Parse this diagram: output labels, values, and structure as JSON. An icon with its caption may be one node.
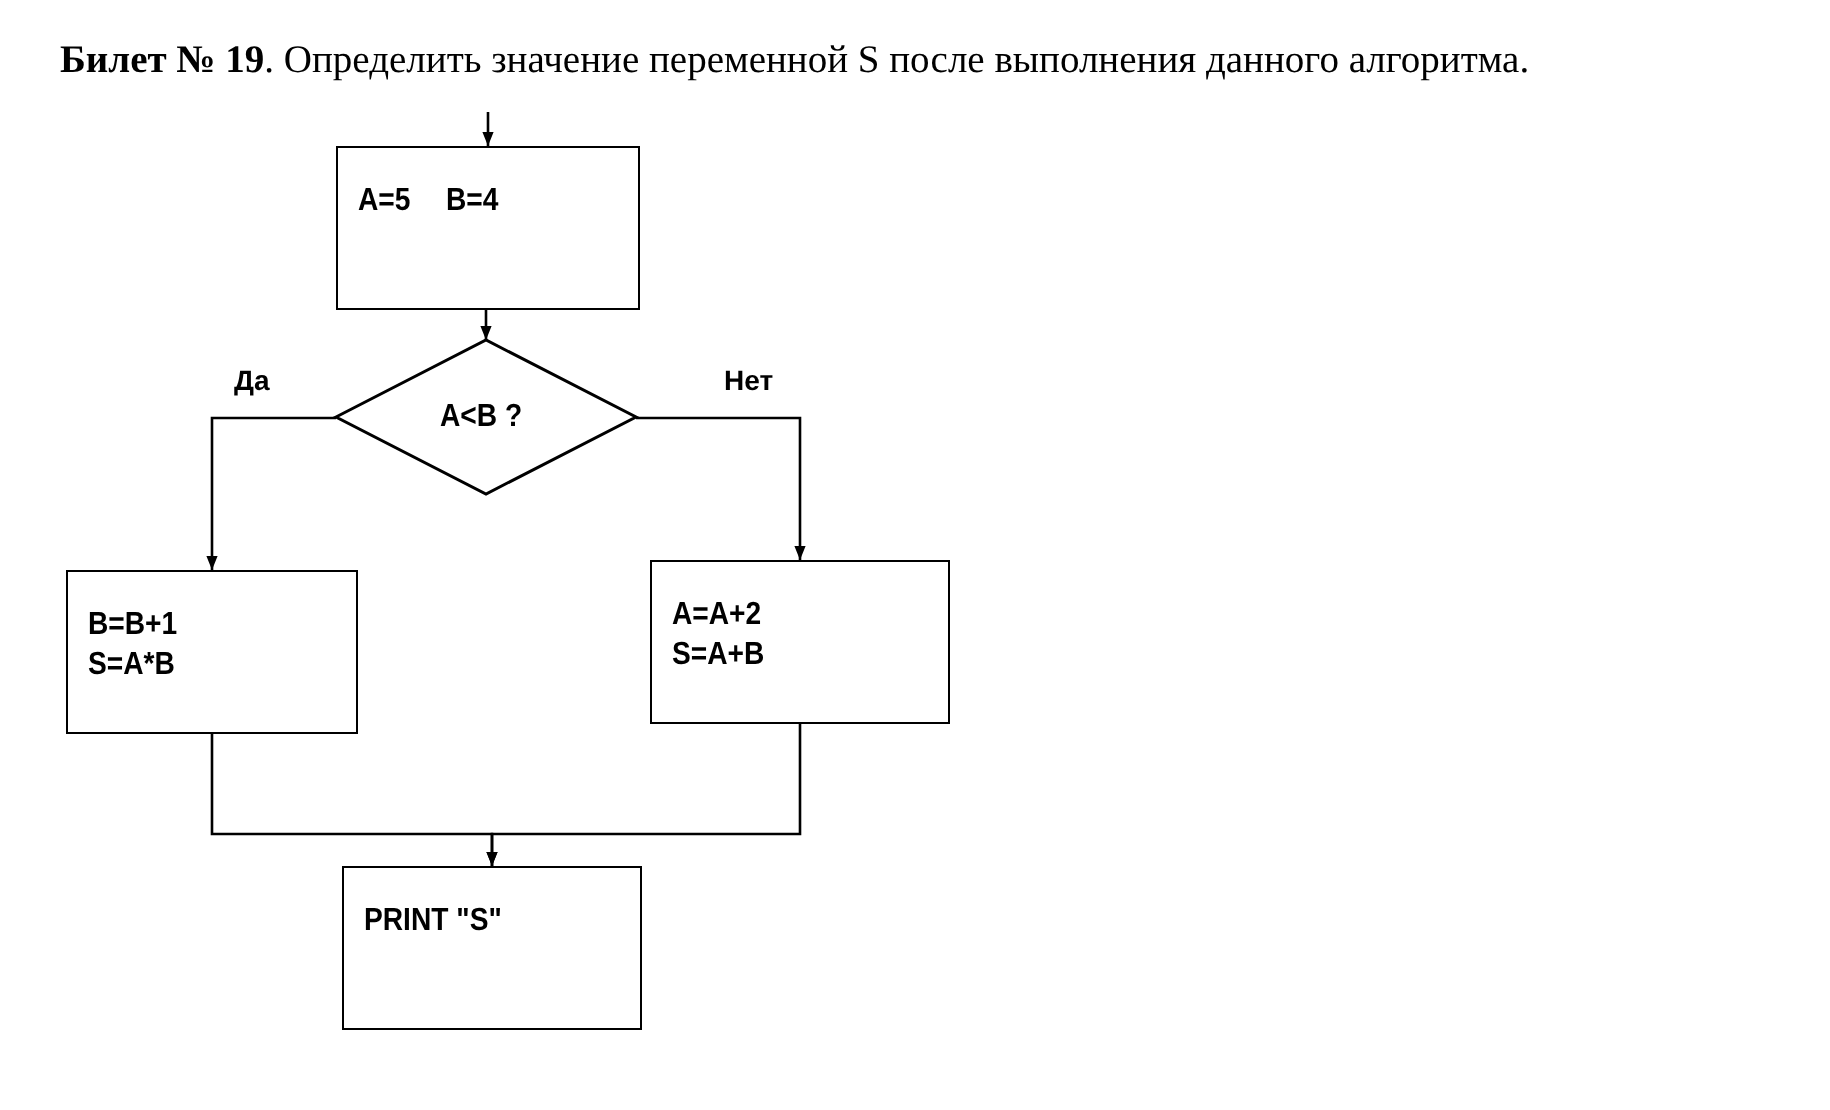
{
  "diagram": {
    "title": "**Билет № 19**. Определить значение переменной S после выполнения данного алгоритма.",
    "nodes": [
      {
        "text": [
          "A=5",
          "B=4"
        ]
      },
      {
        "text": [
          "A<B ?"
        ]
      },
      {
        "text": [
          "B=B+1",
          "S=A*B"
        ]
      },
      {
        "text": [
          "A=A+2",
          "S=A+B"
        ]
      },
      {
        "text": [
          "PRINT \"S\""
        ]
      }
    ],
    "edges": [
      {
        "from": null,
        "to": 0,
        "arrow": "to"
      },
      {
        "from": 0,
        "to": 1,
        "arrow": "to"
      },
      {
        "from": 1,
        "to": 2,
        "arrow": "to",
        "label": "Да"
      },
      {
        "from": 1,
        "to": 3,
        "arrow": "to",
        "label": "Нет"
      },
      {
        "from": 2,
        "to": 4,
        "arrow": "to"
      },
      {
        "from": 3,
        "to": 4,
        "arrow": "to"
      }
    ]
  }
}
